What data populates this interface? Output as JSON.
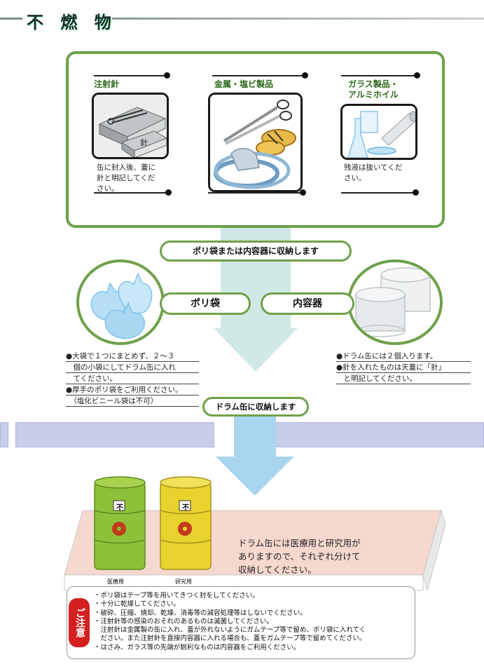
{
  "title": "不 燃 物",
  "items": [
    {
      "label": "注射針",
      "desc": [
        "缶に封入後、蓋に",
        "針と明記してくだ",
        "さい。"
      ],
      "icon": "needle-box-icon"
    },
    {
      "label": "金属・塩ビ製品",
      "desc": [],
      "icon": "scissors-gloves-tube-icon"
    },
    {
      "label_lines": [
        "ガラス製品・",
        "アルミホイル"
      ],
      "desc": [
        "残液は抜いてくだ",
        "さい。"
      ],
      "icon": "glassware-foil-icon"
    }
  ],
  "flow": {
    "step1": "ポリ袋または内容器に収納します",
    "poly_bag": "ポリ袋",
    "inner_container": "内容器",
    "step2": "ドラム缶に収納します"
  },
  "left_notes": [
    "●大袋で１つにまとめず、２～３",
    "　個の小袋にしてドラム缶に入れ",
    "　てください。",
    "●厚手のポリ袋をご利用ください。",
    "　（塩化ビニール袋は不可）"
  ],
  "right_notes": [
    "●ドラム缶には２個入ります。",
    "●針を入れたものは天蓋に「針」",
    "　と明記してください。"
  ],
  "drums": [
    {
      "mark": "不",
      "label": "医療用",
      "color": "#8fc03a"
    },
    {
      "mark": "不",
      "label": "研究用",
      "color": "#e8d22e"
    }
  ],
  "drum_text": [
    "ドラム缶には医療用と研究用が",
    "ありますので、それぞれ分けて",
    "収納してください。"
  ],
  "caution": {
    "badge": "ご注意",
    "lines": [
      "・ポリ袋はテープ等を用いてきつく封をしてください。",
      "・十分に乾燥してください。",
      "・破砕、圧縮、焼却、乾燥、消毒等の減容処理等はしないでください。",
      "・注射針等の感染のおそれのあるものは滅菌してください。",
      "　注射針は金属製の缶に入れ、蓋が外れないようにガムテープ等で留め、ポリ袋に入れてく",
      "　ださい。また注射針を直接内容器に入れる場合も、蓋をガムテープ等で留めてください。",
      "・はさみ、ガラス等の先端が鋭利なものは内容器をご利用ください。"
    ]
  },
  "colors": {
    "accent_green": "#6fa04a",
    "arrow": "#cfe9e6",
    "arrow_blue": "#a9d6ee",
    "caution_red": "#d32020",
    "platform": "#f6d8cf"
  }
}
